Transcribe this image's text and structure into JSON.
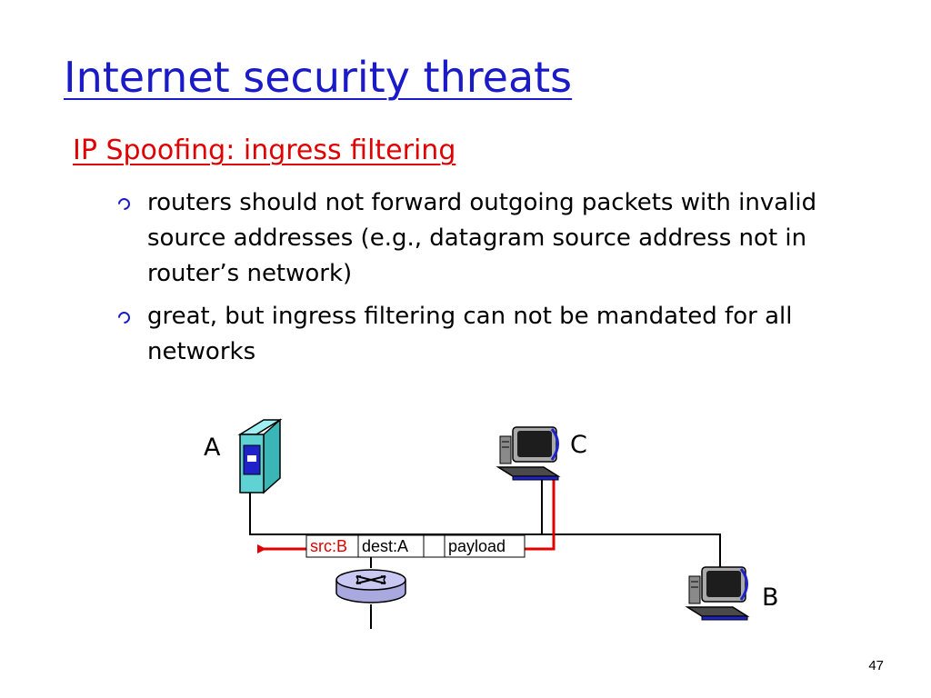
{
  "slide": {
    "title": "Internet security threats",
    "subtitle": "IP Spoofing: ingress filtering",
    "bullets": [
      "routers should not forward outgoing packets with invalid source addresses (e.g., datagram source address not in router’s network)",
      "great, but ingress filtering can not be mandated for all networks"
    ],
    "page_number": "47"
  },
  "diagram": {
    "hosts": {
      "a": "A",
      "b": "B",
      "c": "C"
    },
    "packet": {
      "src": "src:B",
      "dest": "dest:A",
      "payload": "payload"
    },
    "icons": [
      "server-icon",
      "desktop-computer-icon",
      "router-icon"
    ],
    "colors": {
      "title": "#1a1ac8",
      "subtitle": "#e00000",
      "packet_path": "#e00000"
    }
  }
}
